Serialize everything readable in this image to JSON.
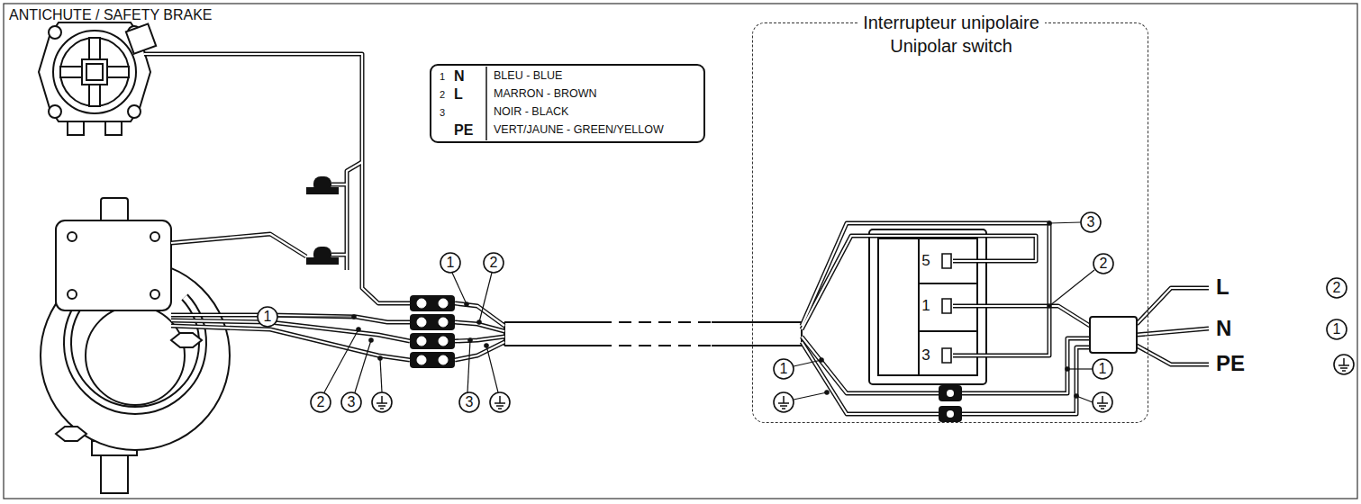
{
  "diagram": {
    "title": "ANTICHUTE / SAFETY BRAKE",
    "nodes": [
      {
        "text": [
          "Interrupteur unipolaire",
          "Unipolar switch"
        ]
      },
      {
        "text": [
          "5",
          "1",
          "3"
        ],
        "in": 0
      }
    ],
    "labels": [
      "1",
      "1",
      "2",
      "2",
      "3",
      "3",
      "3",
      "2",
      "1",
      "1",
      "L",
      "2",
      "N",
      "1",
      "PE",
      "1",
      "N",
      "2",
      "L",
      "3",
      "PE"
    ],
    "legend": [
      {
        "text": "BLEU - BLUE"
      },
      {
        "text": "MARRON - BROWN"
      },
      {
        "text": "NOIR - BLACK"
      },
      {
        "text": "VERT/JAUNE - GREEN/YELLOW"
      }
    ]
  }
}
